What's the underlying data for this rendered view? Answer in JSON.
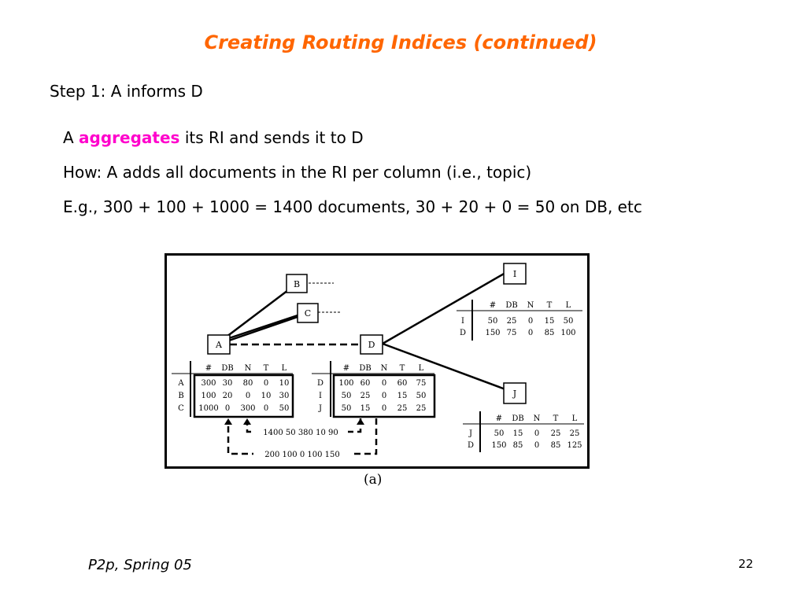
{
  "slide": {
    "title": "Creating Routing Indices (continued)",
    "step": "Step 1: A informs D",
    "bullet1_prefix": "A",
    "bullet1_highlight": "aggregates",
    "bullet1_suffix": "its RI and sends it to D",
    "bullet2": "How: A adds all documents in the RI per column (i.e., topic)",
    "bullet3": "E.g., 300 + 100 + 1000 = 1400 documents, 30 + 20 + 0 = 50 on DB, etc",
    "highlight_color": "#ff00cc",
    "title_color": "#ff6600"
  },
  "figure": {
    "caption": "(a)",
    "nodes": {
      "A": "A",
      "B": "B",
      "C": "C",
      "D": "D",
      "I": "I",
      "J": "J"
    },
    "table_header": [
      "#",
      "DB",
      "N",
      "T",
      "L"
    ],
    "table_A": [
      [
        "A",
        "300",
        "30",
        "80",
        "0",
        "10"
      ],
      [
        "B",
        "100",
        "20",
        "0",
        "10",
        "30"
      ],
      [
        "C",
        "1000",
        "0",
        "300",
        "0",
        "50"
      ]
    ],
    "table_D": [
      [
        "D",
        "100",
        "60",
        "0",
        "60",
        "75"
      ],
      [
        "I",
        "50",
        "25",
        "0",
        "15",
        "50"
      ],
      [
        "J",
        "50",
        "15",
        "0",
        "25",
        "25"
      ]
    ],
    "table_I": [
      [
        "I",
        "50",
        "25",
        "0",
        "15",
        "50"
      ],
      [
        "D",
        "150",
        "75",
        "0",
        "85",
        "100"
      ]
    ],
    "table_J": [
      [
        "J",
        "50",
        "15",
        "0",
        "25",
        "25"
      ],
      [
        "D",
        "150",
        "85",
        "0",
        "85",
        "125"
      ]
    ],
    "agg_top": "1400 50 380 10 90",
    "agg_bottom": "200 100 0 100 150"
  },
  "footer": {
    "left": "P2p, Spring 05",
    "page": "22"
  }
}
